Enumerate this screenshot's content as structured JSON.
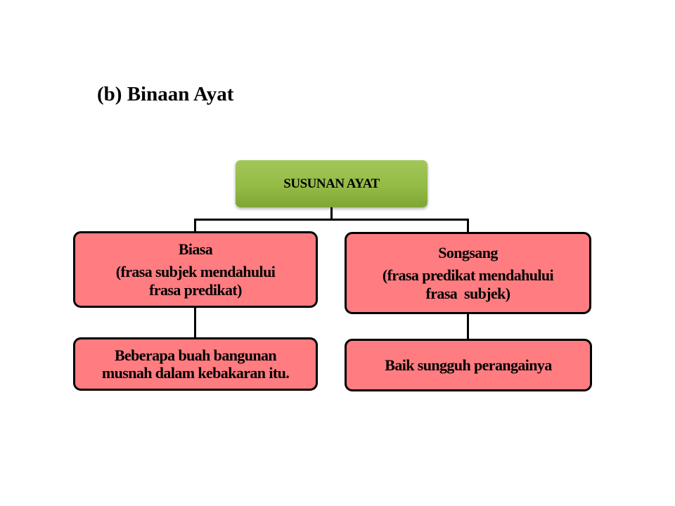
{
  "slide": {
    "title": "(b) Binaan Ayat"
  },
  "diagram": {
    "root": {
      "label": "SUSUNAN AYAT",
      "color": "#94bb45"
    },
    "node_color": "#ff7c80",
    "branches": [
      {
        "heading": "Biasa",
        "description_line1": "(frasa subjek mendahului",
        "description_line2": "frasa predikat)",
        "example_line1": "Beberapa buah bangunan",
        "example_line2": "musnah dalam kebakaran itu."
      },
      {
        "heading": "Songsang",
        "description_line1": "(frasa predikat mendahului",
        "description_line2": "frasa  subjek)",
        "example_line1": "Baik sungguh perangainya"
      }
    ]
  }
}
